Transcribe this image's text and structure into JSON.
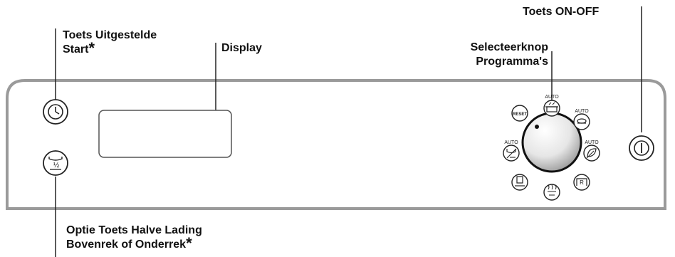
{
  "labels": {
    "delayed_start_line1": "Toets Uitgestelde",
    "delayed_start_line2": "Start",
    "asterisk": "*",
    "display": "Display",
    "program_selector_line1": "Selecteerknop",
    "program_selector_line2": "Programma's",
    "on_off": "Toets ON-OFF",
    "half_load_line1": "Optie Toets Halve Lading",
    "half_load_line2": "Bovenrek of Onderrek"
  },
  "icon_text": {
    "reset": "RESET",
    "auto": "AUTO",
    "half": "½",
    "rinse_r": "R"
  },
  "icons": {
    "delayed_start": "clock-icon",
    "half_load": "half-load-icon",
    "on_off": "power-icon",
    "reset": "reset-icon"
  },
  "colors": {
    "panel_border": "#9a9a9a",
    "line": "#222222",
    "knob_shade": "#8c8c8c"
  }
}
